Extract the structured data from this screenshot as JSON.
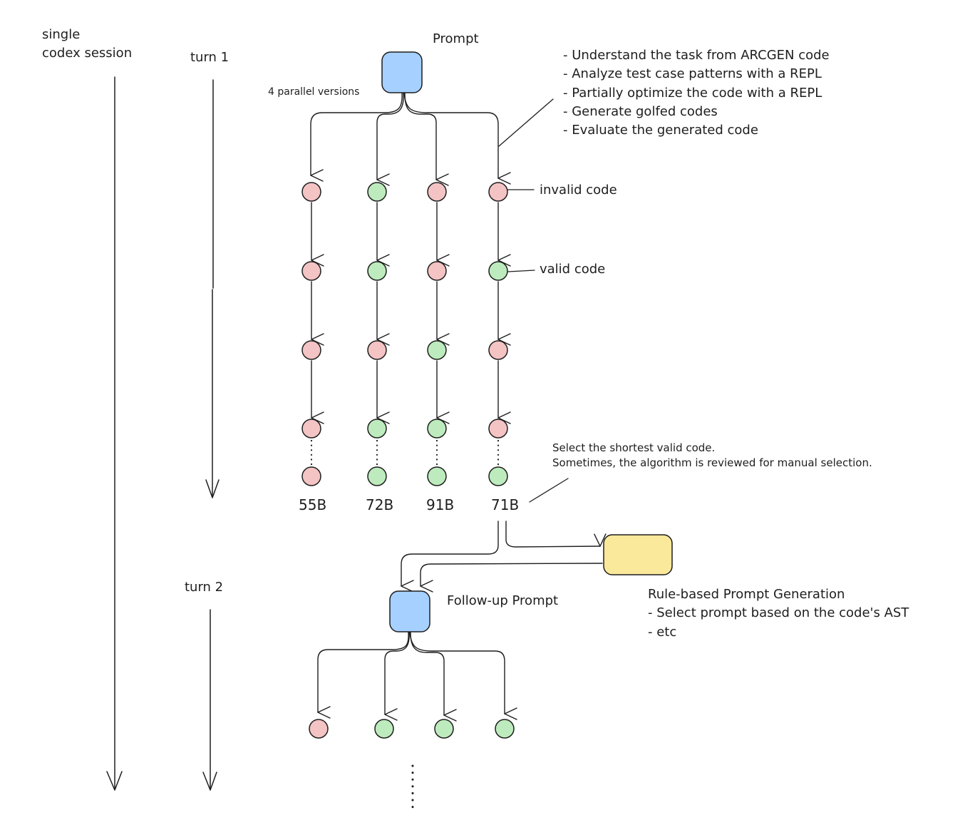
{
  "colors": {
    "prompt_box": "#a5d0ff",
    "rule_box": "#fbe99b",
    "invalid_node": "#f4c3c3",
    "valid_node": "#bdebbd",
    "stroke": "#1e1e1e"
  },
  "timeline": {
    "session_label_line1": "single",
    "session_label_line2": "codex session",
    "turn1_label": "turn 1",
    "turn2_label": "turn 2"
  },
  "turn1": {
    "prompt_label": "Prompt",
    "parallel_label": "4 parallel versions",
    "steps": [
      "- Understand the task from ARCGEN code",
      "- Analyze test case patterns with a REPL",
      "- Partially optimize the code with a REPL",
      "- Generate golfed codes",
      "- Evaluate the generated code"
    ],
    "legend_invalid": "invalid code",
    "legend_valid": "valid code",
    "columns": [
      {
        "nodes": [
          "invalid",
          "invalid",
          "invalid",
          "invalid",
          "invalid"
        ],
        "bytes": "55B"
      },
      {
        "nodes": [
          "valid",
          "valid",
          "invalid",
          "valid",
          "valid"
        ],
        "bytes": "72B"
      },
      {
        "nodes": [
          "invalid",
          "invalid",
          "valid",
          "valid",
          "valid"
        ],
        "bytes": "91B"
      },
      {
        "nodes": [
          "invalid",
          "valid",
          "invalid",
          "invalid",
          "valid"
        ],
        "bytes": "71B"
      }
    ],
    "selection_note_line1": "Select the shortest valid code.",
    "selection_note_line2": "Sometimes, the algorithm is reviewed for manual selection."
  },
  "rule_generation": {
    "title": "Rule-based Prompt Generation",
    "items": [
      "- Select prompt based on the code's AST",
      "- etc"
    ]
  },
  "turn2": {
    "prompt_label": "Follow-up Prompt",
    "nodes": [
      "invalid",
      "valid",
      "valid",
      "valid"
    ]
  }
}
